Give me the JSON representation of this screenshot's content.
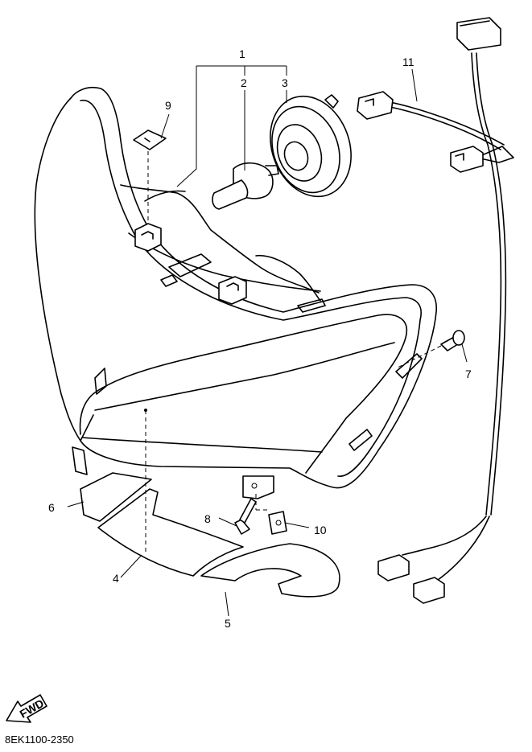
{
  "diagram_code": "8EK1100-2350",
  "fwd_label": "FWD",
  "callouts": [
    "1",
    "2",
    "3",
    "4",
    "5",
    "6",
    "7",
    "8",
    "9",
    "10",
    "11"
  ]
}
